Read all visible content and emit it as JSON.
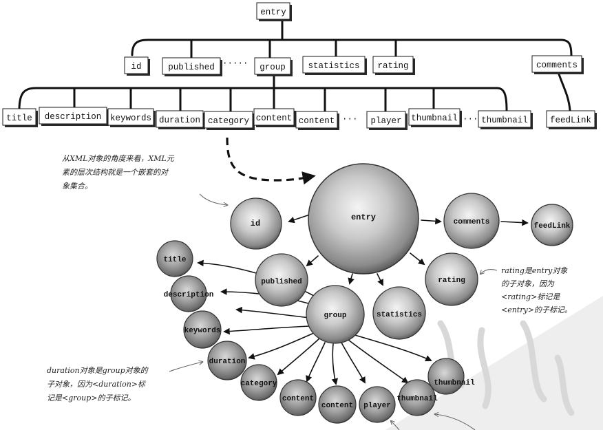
{
  "xml_tree": {
    "root": "entry",
    "level1": [
      "id",
      "published",
      "group",
      "statistics",
      "rating",
      "comments"
    ],
    "level1_ellipsis": "·····",
    "level2": [
      "title",
      "description",
      "keywords",
      "duration",
      "category",
      "content",
      "content",
      "player",
      "thumbnail",
      "thumbnail",
      "feedLink"
    ],
    "level2_ellipsis_a": "···",
    "level2_ellipsis_b": "···"
  },
  "object_graph": {
    "entry": "entry",
    "id": "id",
    "published": "published",
    "group": "group",
    "statistics": "statistics",
    "rating": "rating",
    "comments": "comments",
    "feedLink": "feedLink",
    "title": "title",
    "description": "description",
    "keywords": "keywords",
    "duration": "duration",
    "category": "category",
    "content1": "content",
    "content2": "content",
    "player": "player",
    "thumbnail1": "thumbnail",
    "thumbnail2": "thumbnail"
  },
  "notes": {
    "nested_line1": "从XML对象的角度来看，XML元",
    "nested_line2": "素的层次结构就是一个嵌套的对",
    "nested_line3": "象集合。",
    "rating_line1": "rating是entry对象",
    "rating_line2": "的子对象，因为",
    "rating_line3": "<rating>标记是",
    "rating_line4": "<entry>的子标记。",
    "duration_line1": "duration对象是group对象的",
    "duration_line2": "子对象，因为<duration>标",
    "duration_line3": "记是<group>的子标记。"
  }
}
